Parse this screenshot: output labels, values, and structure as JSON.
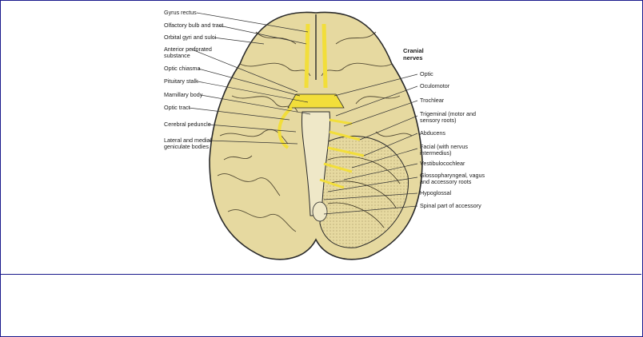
{
  "figure": {
    "left_labels": [
      "Gyrus rectus",
      "Olfactory bulb and tract",
      "Orbital gyri and sulci",
      "Anterior perforated substance",
      "Optic chiasma",
      "Pituitary stalk",
      "Mamillary body",
      "Optic tract",
      "Cerebral peduncle",
      "Lateral and medial geniculate bodies"
    ],
    "right_heading": "Cranial nerves",
    "right_labels": [
      "Optic",
      "Oculomotor",
      "Trochlear",
      "Trigeminal (motor and sensory roots)",
      "Abducens",
      "Facial (with nervus intermedius)",
      "Vestibulocochlear",
      "Glossopharyngeal, vagus and accessory roots",
      "Hypoglossal",
      "Spinal part of accessory"
    ]
  },
  "colors": {
    "border": "#1a1a8c",
    "brain_fill": "#e6d9a0",
    "nerve_yellow": "#f2de3a",
    "outline": "#2a2a2a"
  }
}
